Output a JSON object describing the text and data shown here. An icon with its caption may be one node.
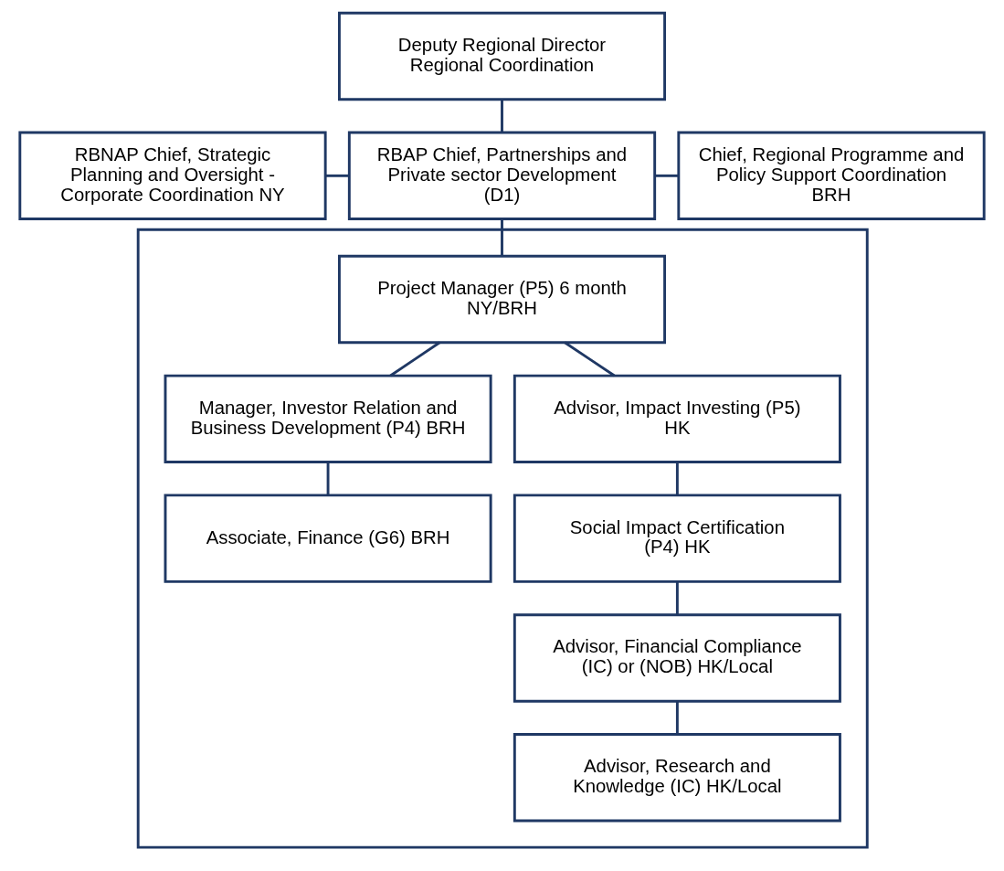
{
  "diagram": {
    "nodes": [
      {
        "text": [
          "Deputy Regional Director Regional Coordination"
        ]
      },
      {
        "text": [
          "RBNAP Chief, Strategic Planning and Oversight - Corporate Coordination NY"
        ]
      },
      {
        "text": [
          "RBAP Chief, Partnerships and Private sector Development (D1)"
        ]
      },
      {
        "text": [
          "Chief, Regional Programme and Policy Support Coordination BRH"
        ]
      },
      {
        "text": [],
        "shape": "box"
      },
      {
        "text": [
          "Project Manager (P5) 6 month NY/BRH"
        ],
        "in": 4
      },
      {
        "text": [
          "Manager, Investor Relation and Business Development (P4) BRH"
        ],
        "in": 4
      },
      {
        "text": [
          "Advisor, Impact Investing (P5) HK"
        ],
        "in": 4
      },
      {
        "text": [
          "Associate, Finance (G6) BRH"
        ],
        "in": 4
      },
      {
        "text": [
          "Social Impact Certification (P4) HK"
        ],
        "in": 4
      },
      {
        "text": [
          "Advisor, Financial Compliance (IC) or (NOB) HK/Local"
        ],
        "in": 4
      },
      {
        "text": [
          "Advisor, Research and Knowledge (IC) HK/Local"
        ],
        "in": 4
      }
    ],
    "edges": [
      {
        "from": 0,
        "to": 2,
        "arrow": "none"
      },
      {
        "from": 1,
        "to": 2,
        "arrow": "none"
      },
      {
        "from": 2,
        "to": 3,
        "arrow": "none"
      },
      {
        "from": 2,
        "to": 5,
        "arrow": "none"
      },
      {
        "from": 5,
        "to": 6,
        "arrow": "none"
      },
      {
        "from": 5,
        "to": 7,
        "arrow": "none"
      },
      {
        "from": 6,
        "to": 8,
        "arrow": "none"
      },
      {
        "from": 7,
        "to": 9,
        "arrow": "none"
      },
      {
        "from": 9,
        "to": 10,
        "arrow": "none"
      },
      {
        "from": 10,
        "to": 11,
        "arrow": "none"
      }
    ]
  }
}
